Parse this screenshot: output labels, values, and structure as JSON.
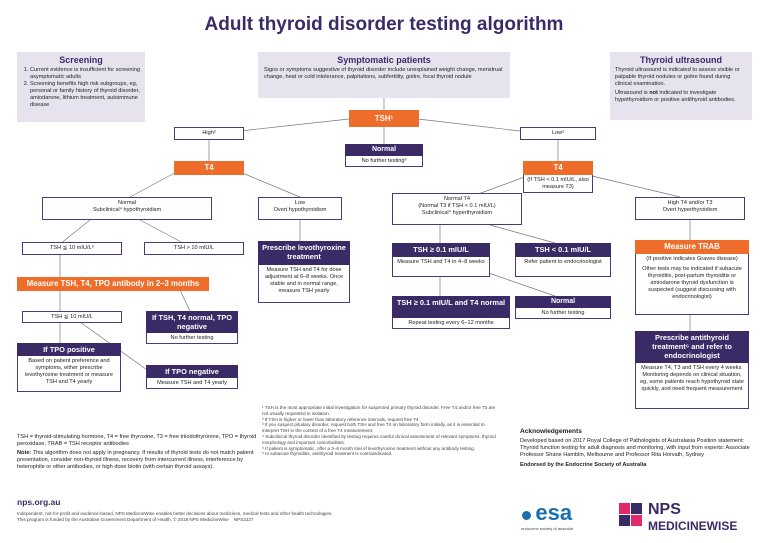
{
  "title": "Adult thyroid disorder testing algorithm",
  "screening": {
    "heading": "Screening",
    "items": [
      "Current evidence is insufficient for screening asymptomatic adults",
      "Screening benefits high risk subgroups, eg, personal or family history of thyroid disorder, amiodarone, lithium treatment, autoimmune disease"
    ]
  },
  "symptomatic": {
    "heading": "Symptomatic patients",
    "text": "Signs or symptoms suggestive of thyroid disorder include unexplained weight change, menstrual change, heat or cold intolerance, palpitations, subfertility, goitre, focal thyroid nodule"
  },
  "ultrasound": {
    "heading": "Thyroid ultrasound",
    "text1": "Thyroid ultrasound is indicated to assess visible or palpable thyroid nodules or goitre found during clinical examination.",
    "text2_a": "Ultrasound is ",
    "text2_b": "not",
    "text2_c": " indicated to investigate hypothyroidism or positive antithyroid antibodies."
  },
  "flow": {
    "tsh": "TSH¹",
    "high": "High²",
    "low": "Low²",
    "normal_title": "Normal",
    "normal_text": "No further testing³",
    "t4_left": "T4",
    "t4_right": "T4",
    "t4_right_note": "(If TSH < 0.1 mIU/L, also measure T3)",
    "normal_sub_title": "Normal",
    "normal_sub_text": "Subclinical⁴ hypothyroidism",
    "low_overt_title": "Low",
    "low_overt_text": "Overt hypothyroidism",
    "normal_t4_title": "Normal T4",
    "normal_t4_line2": "(Normal T3 if TSH < 0.1 mIU/L)",
    "normal_t4_line3": "Subclinical⁴ hyperthyroidism",
    "high_t4_title": "High T4 and/or T3",
    "high_t4_text": "Overt hyperthyroidism",
    "tsh_le10": "TSH ≦ 10 mIU/L⁵",
    "tsh_gt10": "TSH > 10 mIU/L",
    "prescribe_levo": "Prescribe levothyroxine treatment",
    "prescribe_levo_text": "Measure TSH and T4 for dose adjustment at 6–8 weeks. Once stable and in normal range, measure TSH yearly",
    "tsh_ge01": "TSH ≥ 0.1 mIU/L",
    "tsh_ge01_text": "Measure TSH and T4 in 4–8 weeks",
    "tsh_lt01": "TSH < 0.1 mIU/L",
    "tsh_lt01_text": "Refer patient to endocrinologist",
    "measure_trab": "Measure TRAB",
    "measure_trab_note": "(If positive indicates Graves disease)",
    "trab_text": "Other tests may be indicated if subacute thyroiditis, post-partum thyroiditis or amiodarone thyroid dysfunction is suspected (suggest discussing with endocrinologist)",
    "measure_tpo": "Measure TSH, T4, TPO antibody in 2–3 months",
    "tsh_le10_b": "TSH ≦ 10 mIU/L",
    "tsh_t4_normal": "If TSH, T4 normal, TPO negative",
    "tsh_t4_normal_text": "No further testing",
    "tsh_ge01_t4normal": "TSH ≥ 0.1 mIU/L and T4 normal",
    "tsh_ge01_t4normal_text": "Repeat testing every 6–12 months",
    "normal2_title": "Normal",
    "normal2_text": "No further testing",
    "tpo_positive": "If TPO positive",
    "tpo_positive_text": "Based on patient preference and symptoms, either prescribe levothyroxine treatment or measure TSH and T4 yearly",
    "tpo_negative": "If TPO negative",
    "tpo_negative_text": "Measure TSH and T4 yearly",
    "antithyroid": "Prescribe antithyroid treatment⁶ and refer to endocrinologist",
    "antithyroid_text": "Measure T4, T3 and TSH every 4 weeks. Monitoring depends on clinical situation, eg, some patients reach hypothyroid state quickly, and need frequent measurement"
  },
  "legend": "TSH = thyroid-stimulating hormone, T4 = free thyroxine, T3 = free triiodothyronine, TPO = thyroid peroxidase, TRAB = TSH receptor antibodies",
  "note_label": "Note:",
  "note_text": " This algorithm does not apply in pregnancy. If results of thyroid tests do not match patient presentation, consider non-thyroid illness, recovery from intercurrent illness, interference by heterophile or other antibodies, or high dose biotin (with certain thyroid assays).",
  "footnotes": [
    "¹ TSH is the most appropriate initial investigation for suspected primary thyroid disorder. Free T4 and/or free T3 are not usually requested in isolation.",
    "² If TSH is higher or lower than laboratory reference intervals, request free T4.",
    "³ If you suspect pituitary disorder, request both TSH and free T4 on laboratory form initially, as it is essential to interpret TSH in the context of a free T4 measurement.",
    "⁴ Subclinical thyroid disorder identified by testing requires careful clinical assessment of relevant symptoms, thyroid morphology and important comorbidities.",
    "⁵ If patient is symptomatic, offer a 3–6 month trial of levothyroxine treatment without any antibody testing.",
    "⁶ In subacute thyroiditis, antithyroid treatment is contraindicated."
  ],
  "ack": {
    "heading": "Acknowledgements",
    "text": "Developed based on 2017 Royal College of Pathologists of Australasia Position statement: Thyroid function testing for adult diagnosis and monitoring, with input from experts: Associate Professor Shane Hamblin, Melbourne and Professor Rita Horvath, Sydney",
    "endorsed": "Endorsed by the Endocrine Society of Australia"
  },
  "footer": {
    "url": "nps.org.au",
    "line1": "Independent, not-for-profit and evidence-based, NPS MedicineWise enables better decisions about medicines, medical tests and other health technologies.",
    "line2": "This program is funded by the Australian Government Department of Health. © 2018 NPS MedicineWise",
    "code": "NPS2237",
    "esa": "esa",
    "esa_sub": "endocrine society of australia",
    "nps1": "NPS",
    "nps2": "MEDICINEWISE"
  },
  "colors": {
    "purple": "#3a2a66",
    "orange": "#ee6d2a",
    "panel": "#e6e3ef",
    "esa_blue": "#1b6fae"
  }
}
